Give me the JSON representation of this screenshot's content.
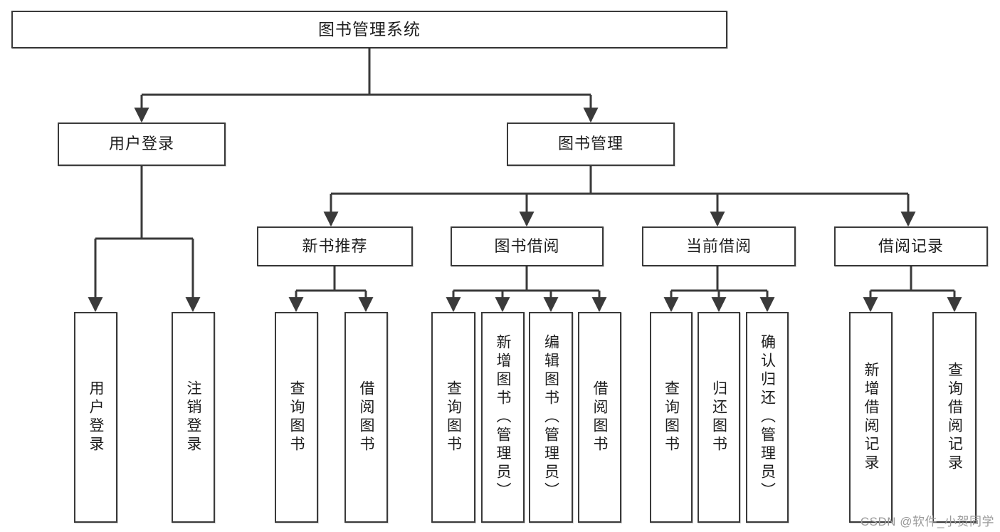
{
  "diagram": {
    "type": "tree",
    "title": "图书管理系统",
    "theme": {
      "background": "#ffffff",
      "box_border": "#3a3a3a",
      "box_fill": "#ffffff",
      "text": "#1d1d1d",
      "connector": "#3a3a3a",
      "watermark": "#9a9a9a"
    },
    "watermark": "CSDN @软件_小贺同学",
    "root": {
      "label": "图书管理系统"
    },
    "level2": [
      {
        "label": "用户登录"
      },
      {
        "label": "图书管理"
      }
    ],
    "level3": [
      {
        "label": "新书推荐"
      },
      {
        "label": "图书借阅"
      },
      {
        "label": "当前借阅"
      },
      {
        "label": "借阅记录"
      }
    ],
    "leaves": {
      "user_login": [
        {
          "label": "用户登录"
        },
        {
          "label": "注销登录"
        }
      ],
      "new_book": [
        {
          "label": "查询图书"
        },
        {
          "label": "借阅图书"
        }
      ],
      "borrow": [
        {
          "label": "查询图书"
        },
        {
          "label": "新增图书（管理员）"
        },
        {
          "label": "编辑图书（管理员）"
        },
        {
          "label": "借阅图书"
        }
      ],
      "current": [
        {
          "label": "查询图书"
        },
        {
          "label": "归还图书"
        },
        {
          "label": "确认归还（管理员）"
        }
      ],
      "records": [
        {
          "label": "新增借阅记录"
        },
        {
          "label": "查询借阅记录"
        }
      ]
    }
  }
}
